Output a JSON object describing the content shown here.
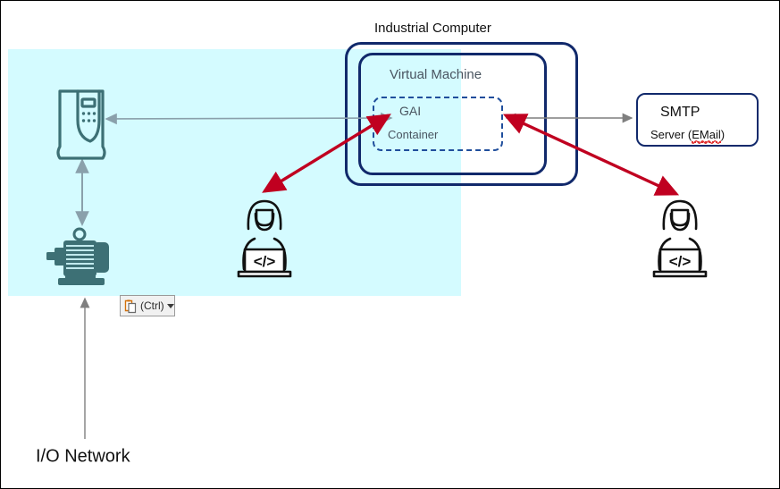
{
  "diagram": {
    "title_industrial_computer": "Industrial Computer",
    "label_virtual_machine": "Virtual Machine",
    "label_gai": "GAI",
    "label_container": "Container",
    "label_io_network": "I/O Network",
    "smtp": {
      "title": "SMTP",
      "subtitle_prefix": "Server (",
      "subtitle_misspelled": "EMail",
      "subtitle_suffix": ")"
    },
    "paste_tag": {
      "icon": "clipboard-icon",
      "label": "(Ctrl)",
      "caret": "chevron-down-icon"
    },
    "icons": {
      "control_panel": "plc-control-panel-icon",
      "motor": "electric-motor-icon",
      "developer_left": "developer-person-icon",
      "developer_right": "developer-person-icon"
    },
    "connectors": [
      {
        "name": "panel-to-gai-link",
        "style": "double-arrow",
        "color": "#8aa0ab"
      },
      {
        "name": "panel-to-motor-link",
        "style": "double-arrow",
        "color": "#8aa0ab"
      },
      {
        "name": "io-network-to-motor-link",
        "style": "single-arrow",
        "color": "#6f6f6f"
      },
      {
        "name": "gai-to-smtp-link",
        "style": "double-arrow",
        "color": "#6f6f6f"
      },
      {
        "name": "gai-to-left-developer-link",
        "style": "double-arrow",
        "color": "#c00020"
      },
      {
        "name": "gai-to-right-developer-link",
        "style": "double-arrow",
        "color": "#c00020"
      }
    ],
    "colors": {
      "highlight_region": "#d4fbff",
      "box_border_navy": "#11296b",
      "dashed_border": "#1f4e9c",
      "red_arrow": "#c00020",
      "gray_arrow": "#8aa0ab",
      "icon_teal": "#3d7075"
    }
  }
}
